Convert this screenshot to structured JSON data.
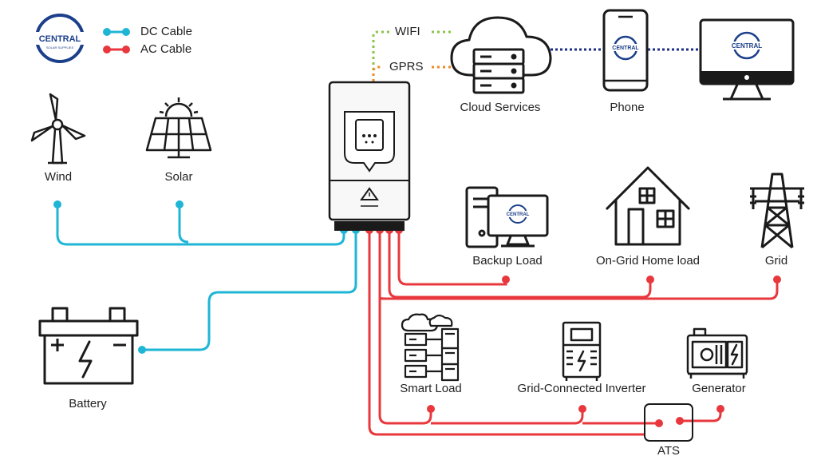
{
  "legend": {
    "dc": "DC Cable",
    "ac": "AC Cable",
    "dc_color": "#1fb6d6",
    "ac_color": "#e8383d"
  },
  "logo": {
    "name": "CENTRAL",
    "tagline": "SOLAR SUPPLIES",
    "color": "#1b3f8b"
  },
  "comm": {
    "wifi": "WIFI",
    "gprs": "GPRS",
    "wifi_color": "#8bc34a",
    "gprs_color": "#f08a24",
    "link_color": "#1b2f86"
  },
  "nodes": {
    "cloud": "Cloud Services",
    "phone": "Phone",
    "wind": "Wind",
    "solar": "Solar",
    "backup": "Backup Load",
    "home": "On-Grid Home load",
    "grid": "Grid",
    "battery": "Battery",
    "smart": "Smart Load",
    "inverter": "Grid-Connected Inverter",
    "generator": "Generator",
    "ats": "ATS"
  }
}
